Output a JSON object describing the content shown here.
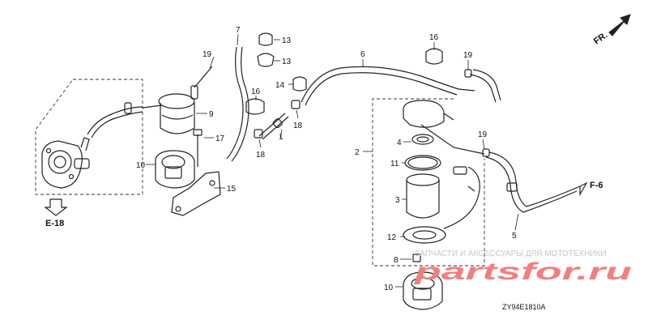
{
  "callouts": {
    "c1": "1",
    "c2": "2",
    "c3": "3",
    "c4": "4",
    "c5": "5",
    "c6": "6",
    "c7": "7",
    "c8": "8",
    "c9": "9",
    "c10a": "10",
    "c10b": "10",
    "c11": "11",
    "c12": "12",
    "c13a": "13",
    "c13b": "13",
    "c14": "14",
    "c15": "15",
    "c16a": "16",
    "c16b": "16",
    "c17": "17",
    "c18a": "18",
    "c18b": "18",
    "c19a": "19",
    "c19b": "19"
  },
  "refs": {
    "e18": "E-18",
    "f6": "F-6",
    "fr": "FR."
  },
  "diagram_code": "ZY94E1810A",
  "watermark": {
    "tagline": "ЗАПЧАСТИ И АКСЕССУАРЫ ДЛЯ МОТОТЕХНИКИ",
    "logo": "partsfor.ru"
  }
}
